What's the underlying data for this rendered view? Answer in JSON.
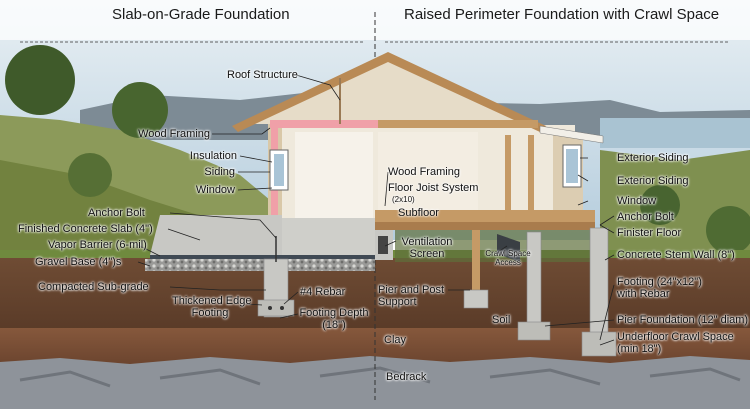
{
  "titles": {
    "left": "Slab-on-Grade Foundation",
    "right": "Raised Perimeter Foundation with Crawl Space"
  },
  "labels": {
    "roof_structure": "Roof Structure",
    "wood_framing_left": "Wood Framing",
    "insulation": "Insulation",
    "siding": "Siding",
    "window_left": "Window",
    "anchor_bolt_left": "Anchor Bolt",
    "finished_concrete_slab": "Finished Concrete Slab (4\")",
    "vapor_barrier": "Vapor Barrier (6-mil)",
    "gravel_base": "Gravel Base (4\")s",
    "compacted_subgrade": "Compacted Sub-grade",
    "thickened_edge_line1": "Thickened Edge",
    "thickened_edge_line2": "Footing",
    "rebar": "#4 Rebar",
    "footing_depth_line1": "Footing Depth",
    "footing_depth_line2": "(18\")",
    "wood_framing_right": "Wood Framing",
    "floor_joist_system": "Floor Joist System",
    "floor_joist_size": "(2x10)",
    "subfloor": "Subfloor",
    "ventilation_line1": "Ventilation",
    "ventilation_line2": "Screen",
    "crawl_access_line1": "Crawl Space",
    "crawl_access_line2": "Access",
    "pier_post_line1": "Pier and Post",
    "pier_post_line2": "Support",
    "soil": "Soil",
    "clay": "Clay",
    "bedrack": "Bedrack",
    "exterior_siding_1": "Exterior Siding",
    "exterior_siding_2": "Exterior Siding",
    "window_right": "Window",
    "anchor_bolt_right": "Anchor Bolt",
    "finister_floor": "Finister Floor",
    "concrete_stem_wall": "Concrete Stem Wall (8\")",
    "footing_right_line1": "Footing (24\"x12\")",
    "footing_right_line2": "with Rebar",
    "pier_foundation": "Pier Foundation (12\" diam)",
    "underfloor_line1": "Underfloor Crawl Space",
    "underfloor_line2": "(min 18\")"
  },
  "colors": {
    "sky": "#bcd3e2",
    "soil": "#6b4a33",
    "clay": "#7a4e35",
    "bedrock": "#8e939a",
    "siding": "#dccdb2",
    "roof": "#b98a55",
    "insulation": "#f0a0a8",
    "concrete": "#c8c8c4"
  }
}
